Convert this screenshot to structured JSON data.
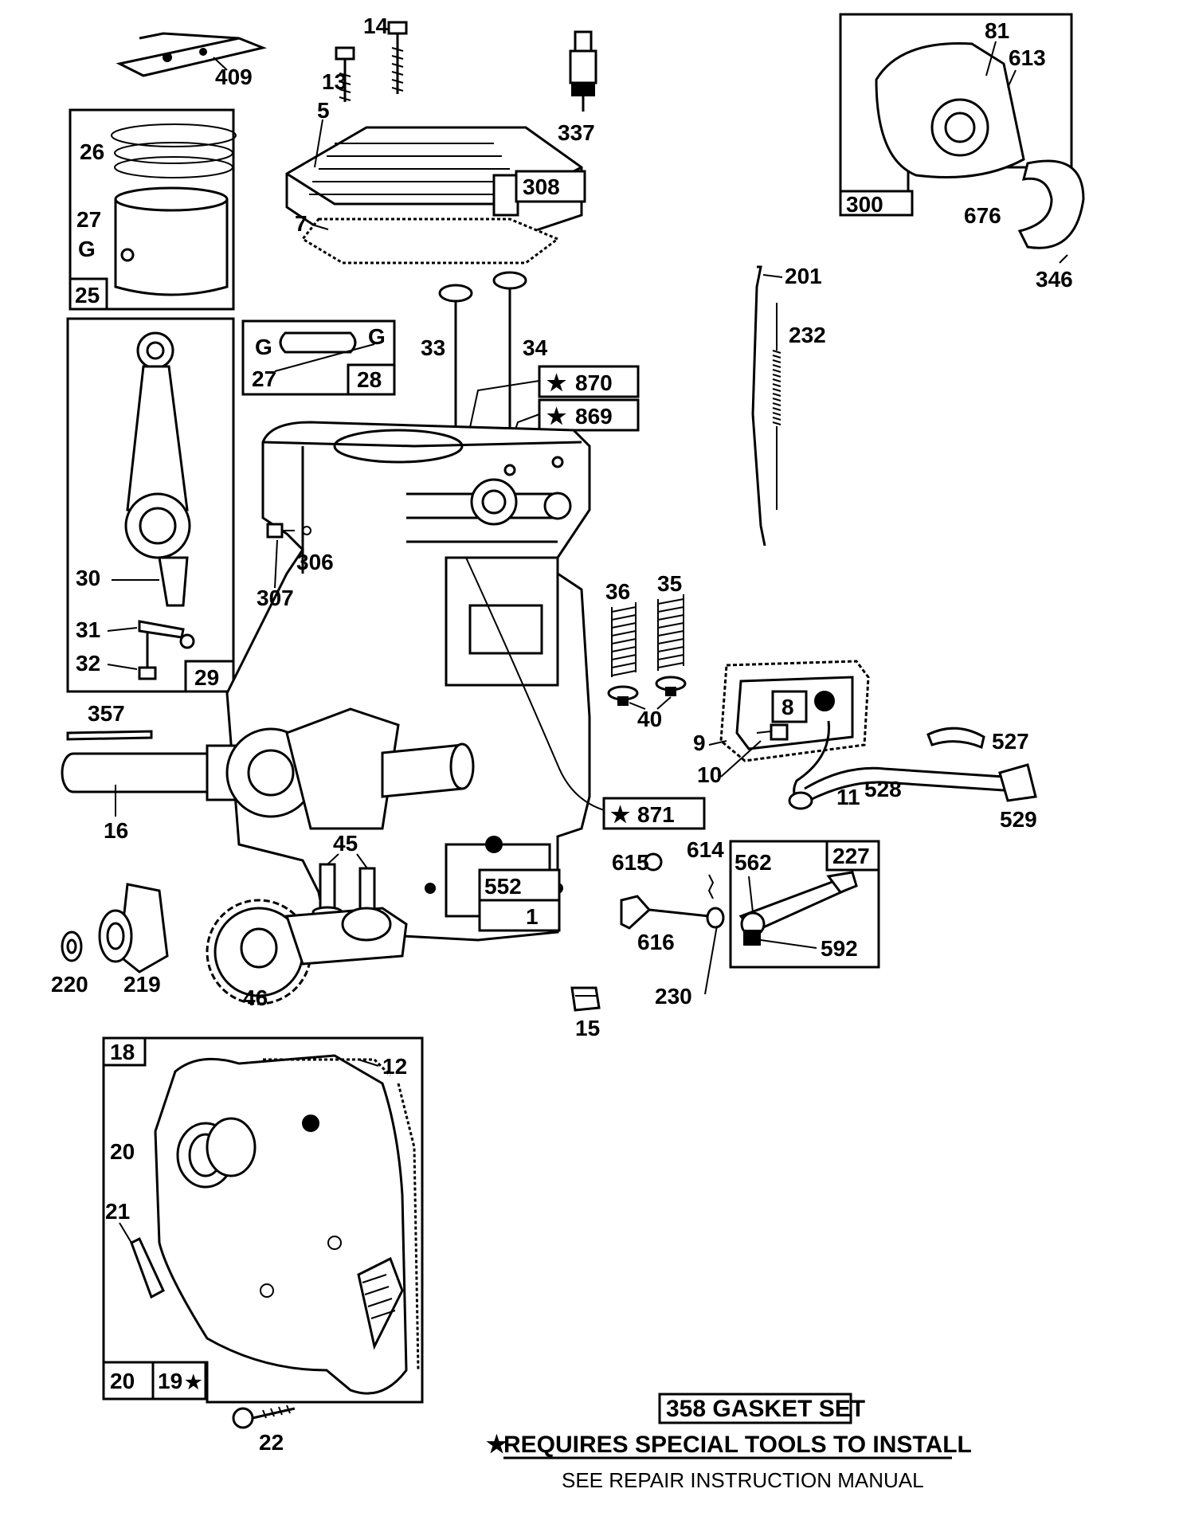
{
  "labels": {
    "p409": "409",
    "p14": "14",
    "p13": "13",
    "p337": "337",
    "p5": "5",
    "p308": "308",
    "p7": "7",
    "p26": "26",
    "p27a": "27",
    "p25": "25",
    "p81": "81",
    "p613": "613",
    "p300": "300",
    "p676": "676",
    "p346": "346",
    "p201": "201",
    "p232": "232",
    "p33": "33",
    "p34": "34",
    "p870": "870",
    "p869": "869",
    "p27b": "27",
    "p28": "28",
    "p30": "30",
    "p31": "31",
    "p32": "32",
    "p29": "29",
    "p306": "306",
    "p307": "307",
    "p36": "36",
    "p35": "35",
    "p40": "40",
    "p8": "8",
    "p9": "9",
    "p10": "10",
    "p11": "11",
    "p527": "527",
    "p528": "528",
    "p529": "529",
    "p357": "357",
    "p16": "16",
    "p871": "871",
    "p45": "45",
    "p552": "552",
    "p1": "1",
    "p615": "615",
    "p614": "614",
    "p562": "562",
    "p227": "227",
    "p616": "616",
    "p592": "592",
    "p230": "230",
    "p220": "220",
    "p219": "219",
    "p46": "46",
    "p15": "15",
    "p18": "18",
    "p12": "12",
    "p20a": "20",
    "p21": "21",
    "p20b": "20",
    "p19": "19",
    "p22": "22"
  },
  "star_glyph": "★",
  "g_glyph": "G",
  "notes": {
    "gasket_set": "358 GASKET SET",
    "special_tools": "REQUIRES SPECIAL TOOLS TO INSTALL",
    "see_manual": "SEE REPAIR INSTRUCTION MANUAL"
  }
}
